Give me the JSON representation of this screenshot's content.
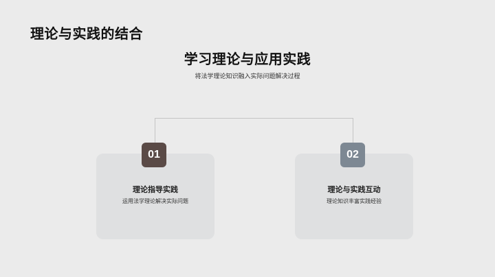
{
  "slide": {
    "title": "理论与实践的结合",
    "subtitle": "学习理论与应用实践",
    "description": "将法学理论知识融入实际问题解决过程"
  },
  "cards": [
    {
      "number": "01",
      "badge_color": "#5a4a46",
      "title": "理论指导实践",
      "text": "运用法学理论解决实际问题"
    },
    {
      "number": "02",
      "badge_color": "#7d8893",
      "title": "理论与实践互动",
      "text": "理论知识丰富实践经验"
    }
  ],
  "colors": {
    "background": "#ebebeb",
    "card": "#dfe0e1",
    "connector": "#c4c4c4"
  }
}
